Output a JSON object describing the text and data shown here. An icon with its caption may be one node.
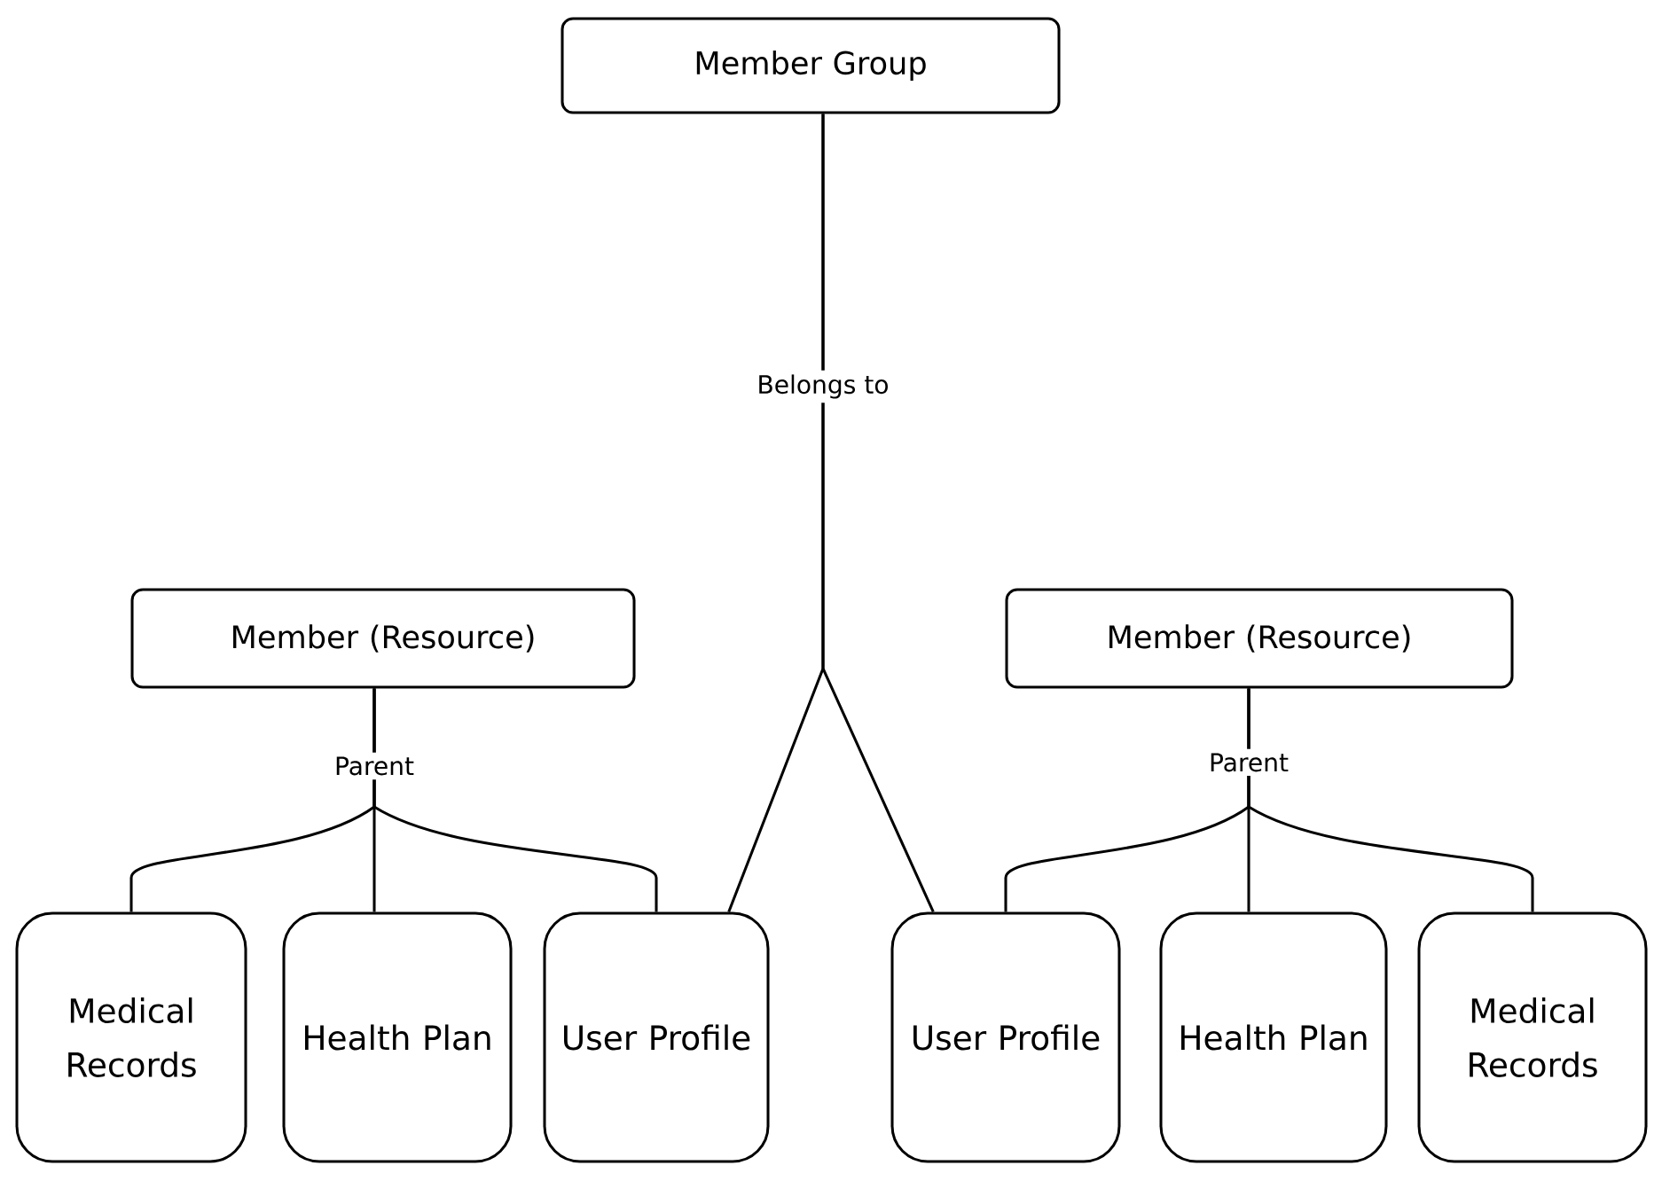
{
  "diagram": {
    "nodes": [
      {
        "text": [
          "Member Group"
        ]
      },
      {
        "text": [
          "Member (Resource)"
        ]
      },
      {
        "text": [
          "Member (Resource)"
        ]
      },
      {
        "text": [
          "Medical Records"
        ]
      },
      {
        "text": [
          "Health Plan"
        ]
      },
      {
        "text": [
          "User Profile"
        ]
      },
      {
        "text": [
          "User Profile"
        ]
      },
      {
        "text": [
          "Health Plan"
        ]
      },
      {
        "text": [
          "Medical Records"
        ]
      }
    ],
    "edges": [
      {
        "from": 0,
        "to": 5,
        "arrow": "none",
        "label": "Belongs to"
      },
      {
        "from": 0,
        "to": 6,
        "arrow": "none"
      },
      {
        "from": 1,
        "to": 3,
        "arrow": "none",
        "label": "Parent"
      },
      {
        "from": 1,
        "to": 4,
        "arrow": "none"
      },
      {
        "from": 1,
        "to": 5,
        "arrow": "none"
      },
      {
        "from": 2,
        "to": 6,
        "arrow": "none",
        "label": "Parent"
      },
      {
        "from": 2,
        "to": 7,
        "arrow": "none"
      },
      {
        "from": 2,
        "to": 8,
        "arrow": "none"
      }
    ]
  }
}
